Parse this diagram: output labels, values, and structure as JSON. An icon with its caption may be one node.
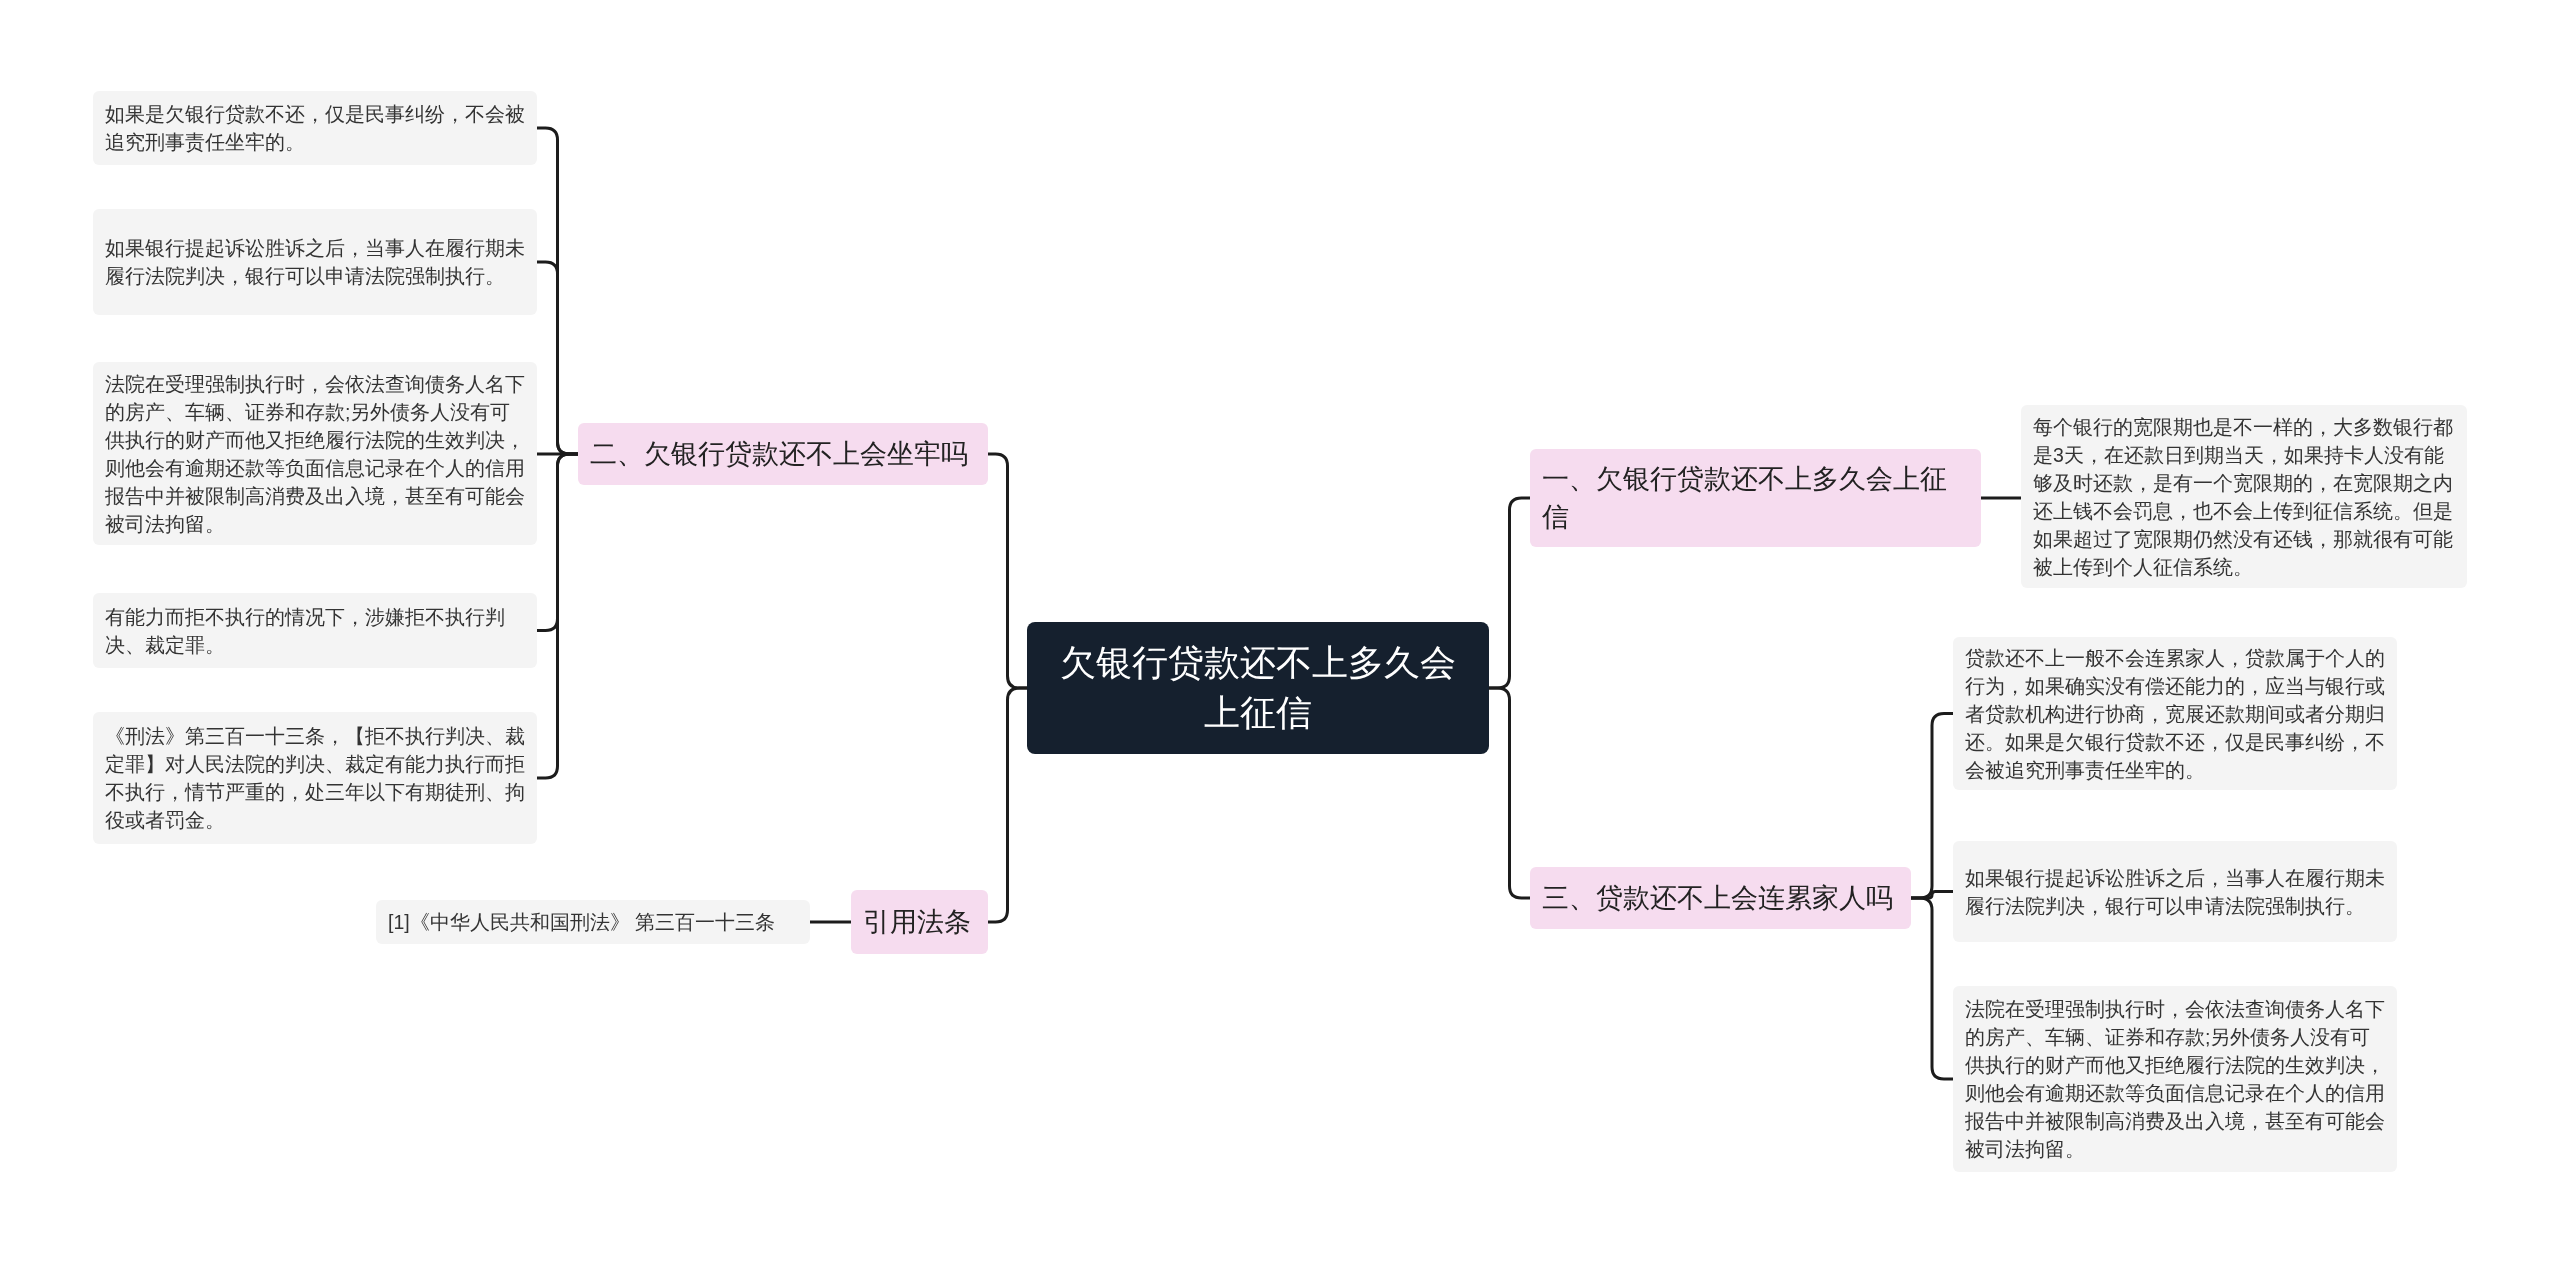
{
  "diagram": {
    "nodes": [
      {
        "text": [
          "欠银行贷款还不上多久会上征信"
        ]
      },
      {
        "text": [
          "二、欠银行贷款还不上会坐牢吗"
        ]
      },
      {
        "text": [
          "如果是欠银行贷款不还，仅是民事纠纷，不会被追究刑事责任坐牢的。"
        ]
      },
      {
        "text": [
          "如果银行提起诉讼胜诉之后，当事人在履行期未履行法院判决，银行可以申请法院强制执行。"
        ]
      },
      {
        "text": [
          "法院在受理强制执行时，会依法查询债务人名下的房产、车辆、证券和存款;另外债务人没有可供执行的财产而他又拒绝履行法院的生效判决，则他会有逾期还款等负面信息记录在个人的信用报告中并被限制高消费及出入境，甚至有可能会被司法拘留。"
        ]
      },
      {
        "text": [
          "有能力而拒不执行的情况下，涉嫌拒不执行判决、裁定罪。"
        ]
      },
      {
        "text": [
          "《刑法》第三百一十三条，【拒不执行判决、裁定罪】对人民法院的判决、裁定有能力执行而拒不执行，情节严重的，处三年以下有期徒刑、拘役或者罚金。"
        ]
      },
      {
        "text": [
          "引用法条"
        ]
      },
      {
        "text": [
          "[1]《中华人民共和国刑法》 第三百一十三条"
        ]
      },
      {
        "text": [
          "一、欠银行贷款还不上多久会上征信"
        ]
      },
      {
        "text": [
          "每个银行的宽限期也是不一样的，大多数银行都是3天，在还款日到期当天，如果持卡人没有能够及时还款，是有一个宽限期的，在宽限期之内还上钱不会罚息，也不会上传到征信系统。但是如果超过了宽限期仍然没有还钱，那就很有可能被上传到个人征信系统。"
        ]
      },
      {
        "text": [
          "三、贷款还不上会连累家人吗"
        ]
      },
      {
        "text": [
          "贷款还不上一般不会连累家人，贷款属于个人的行为，如果确实没有偿还能力的，应当与银行或者贷款机构进行协商，宽展还款期间或者分期归还。如果是欠银行贷款不还，仅是民事纠纷，不会被追究刑事责任坐牢的。"
        ]
      },
      {
        "text": [
          "如果银行提起诉讼胜诉之后，当事人在履行期未履行法院判决，银行可以申请法院强制执行。"
        ]
      },
      {
        "text": [
          "法院在受理强制执行时，会依法查询债务人名下的房产、车辆、证券和存款;另外债务人没有可供执行的财产而他又拒绝履行法院的生效判决，则他会有逾期还款等负面信息记录在个人的信用报告中并被限制高消费及出入境，甚至有可能会被司法拘留。"
        ]
      }
    ],
    "edges": [
      {
        "from": 0,
        "to": 1,
        "arrow": "none"
      },
      {
        "from": 1,
        "to": 2,
        "arrow": "none"
      },
      {
        "from": 1,
        "to": 3,
        "arrow": "none"
      },
      {
        "from": 1,
        "to": 4,
        "arrow": "none"
      },
      {
        "from": 1,
        "to": 5,
        "arrow": "none"
      },
      {
        "from": 1,
        "to": 6,
        "arrow": "none"
      },
      {
        "from": 0,
        "to": 7,
        "arrow": "none"
      },
      {
        "from": 7,
        "to": 8,
        "arrow": "none"
      },
      {
        "from": 0,
        "to": 9,
        "arrow": "none"
      },
      {
        "from": 9,
        "to": 10,
        "arrow": "none"
      },
      {
        "from": 0,
        "to": 11,
        "arrow": "none"
      },
      {
        "from": 11,
        "to": 12,
        "arrow": "none"
      },
      {
        "from": 11,
        "to": 13,
        "arrow": "none"
      },
      {
        "from": 11,
        "to": 14,
        "arrow": "none"
      }
    ]
  }
}
